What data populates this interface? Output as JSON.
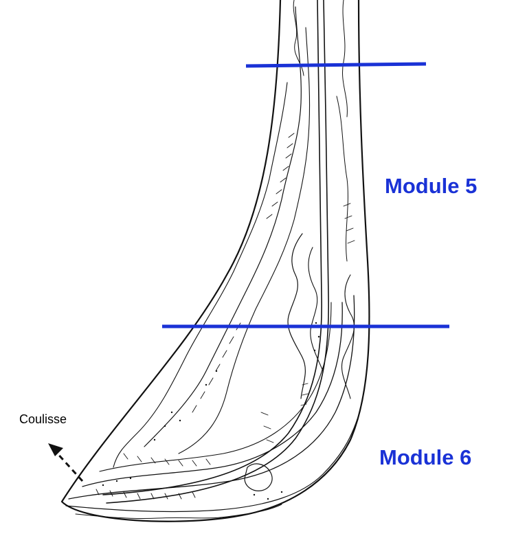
{
  "figure": {
    "subject": "horn-shaped anatomical section",
    "modules": [
      {
        "label": "Module 5"
      },
      {
        "label": "Module 6"
      }
    ],
    "callout": {
      "label": "Coulisse"
    }
  },
  "colors": {
    "accent": "#1a32d6",
    "ink": "#111111",
    "background": "#ffffff"
  }
}
